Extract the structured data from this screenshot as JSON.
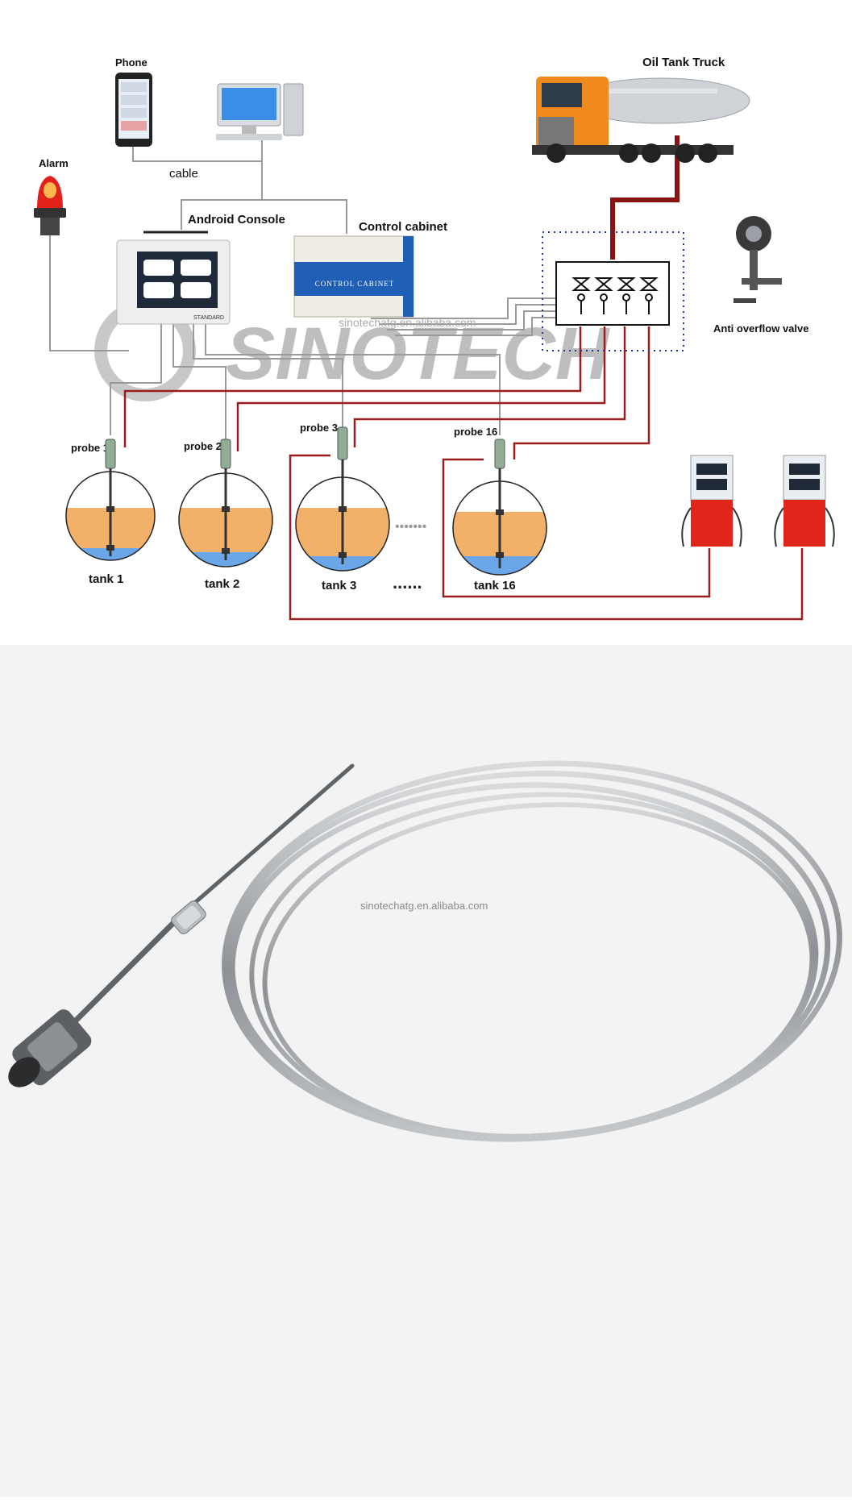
{
  "diagram": {
    "labels": {
      "phone": "Phone",
      "cable": "cable",
      "alarm": "Alarm",
      "android_console": "Android Console",
      "control_cabinet": "Control cabinet",
      "control_cabinet_panel": "CONTROL CABINET",
      "oil_tank_truck": "Oil Tank Truck",
      "anti_overflow_valve": "Anti overflow valve",
      "watermark_brand": "SINOTECH",
      "watermark_url": "sinotechatg.en.alibaba.com",
      "console_brand": "STANDARD"
    },
    "probes": [
      {
        "probe_label": "probe 1",
        "tank_label": "tank 1"
      },
      {
        "probe_label": "probe 2",
        "tank_label": "tank 2"
      },
      {
        "probe_label": "probe 3",
        "tank_label": "tank 3"
      },
      {
        "probe_label": "probe 16",
        "tank_label": "tank 16"
      }
    ],
    "ellipsis_dots": "•••••••",
    "ellipsis_text": "......"
  },
  "photo": {
    "watermark_url": "sinotechatg.en.alibaba.com"
  },
  "colors": {
    "signal_line": "#9a9a9a",
    "power_line": "#9b1c1c",
    "fuel_line": "#8a1313",
    "oil_fill": "#f2b068",
    "water_fill": "#6aa6e8",
    "dispenser_red": "#e0261b",
    "truck_orange": "#f08a1d",
    "valve_frame_dots": "#1e3a8a",
    "watermark_gray": "#8a8a8a"
  }
}
